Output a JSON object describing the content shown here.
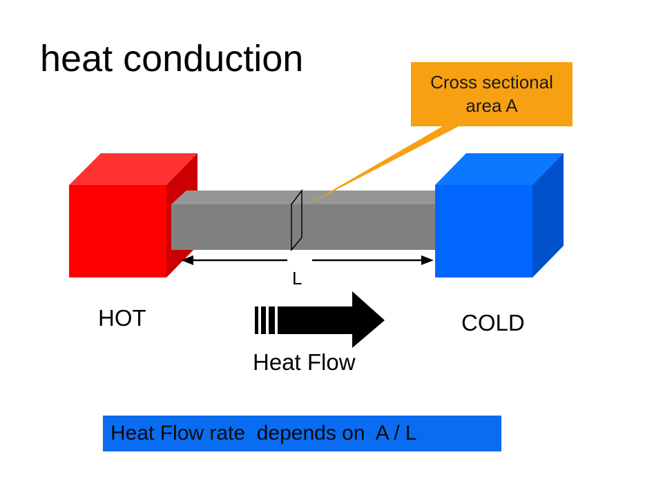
{
  "title": "heat conduction",
  "callout": {
    "text": "Cross sectional area A"
  },
  "labels": {
    "length": "L",
    "hot": "HOT",
    "cold": "COLD",
    "heat_flow": "Heat Flow"
  },
  "bottom_note": "Heat Flow rate  depends on  A / L",
  "colors": {
    "hot_front": "#ff0000",
    "hot_top": "#ff3333",
    "hot_side": "#cc0000",
    "cold_front": "#0066ff",
    "cold_top": "#0a78ff",
    "cold_side": "#0050cc",
    "bar_front": "#808080",
    "bar_top": "#969696",
    "callout": "#f7a012",
    "note_background": "#0a6cf0",
    "arrow": "#000000"
  }
}
